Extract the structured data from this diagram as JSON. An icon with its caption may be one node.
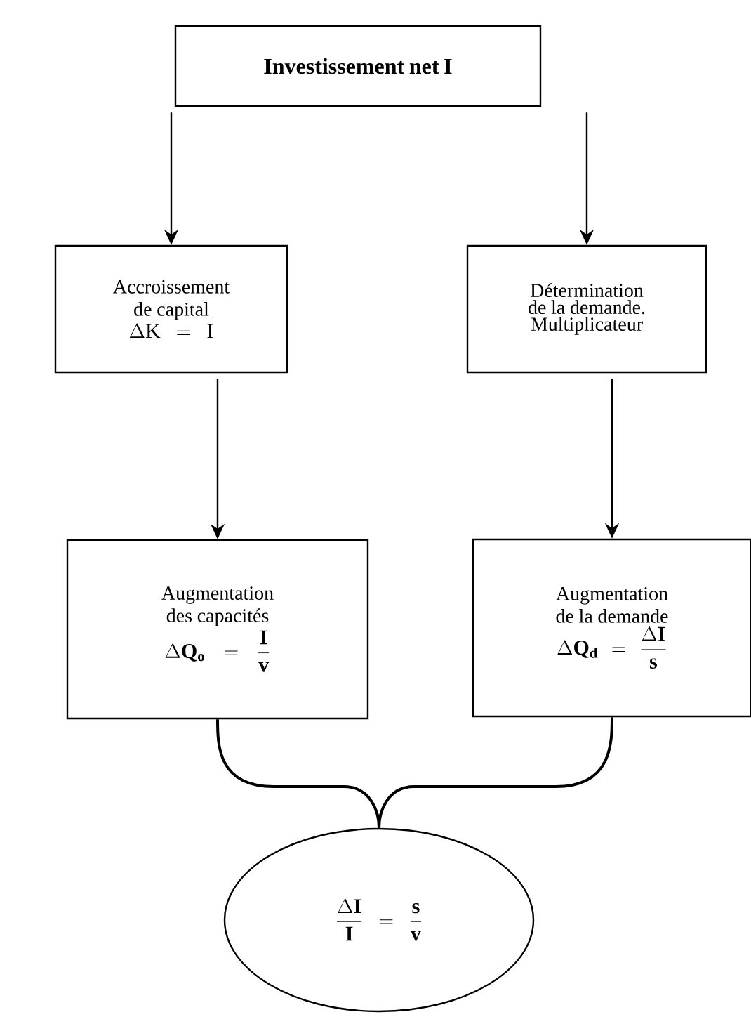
{
  "diagram": {
    "nodes": [
      {
        "text": [
          "Investissement net  I"
        ]
      },
      {
        "text": [
          "Accroissement de capital",
          "\\Delta\\mathrm{K} = \\mathrm{I}"
        ]
      },
      {
        "text": [
          "Détermination de la demande. Multiplicateur"
        ]
      },
      {
        "text": [
          "Augmentation des capacités",
          "\\Delta\\mathbf{Q_o}\\ =\\ \\frac{\\mathbf{I}}{\\mathbf{v}}"
        ]
      },
      {
        "text": [
          "Augmentation de la demande",
          "\\Delta\\mathbf{Q_d} = \\frac{\\Delta\\mathbf{I}}{\\mathbf{s}}"
        ]
      },
      {
        "text": [
          "\\frac{\\Delta\\mathbf{I}}{\\mathbf{I}} = \\frac{\\mathbf{s}}{\\mathbf{v}}"
        ]
      }
    ],
    "edges": [
      {
        "from": 0,
        "to": 1,
        "arrow": "to"
      },
      {
        "from": 0,
        "to": 2,
        "arrow": "to"
      },
      {
        "from": 1,
        "to": 3,
        "arrow": "to"
      },
      {
        "from": 2,
        "to": 4,
        "arrow": "to"
      },
      {
        "from": 3,
        "to": 5,
        "arrow": "none"
      },
      {
        "from": 4,
        "to": 5,
        "arrow": "none"
      }
    ]
  }
}
